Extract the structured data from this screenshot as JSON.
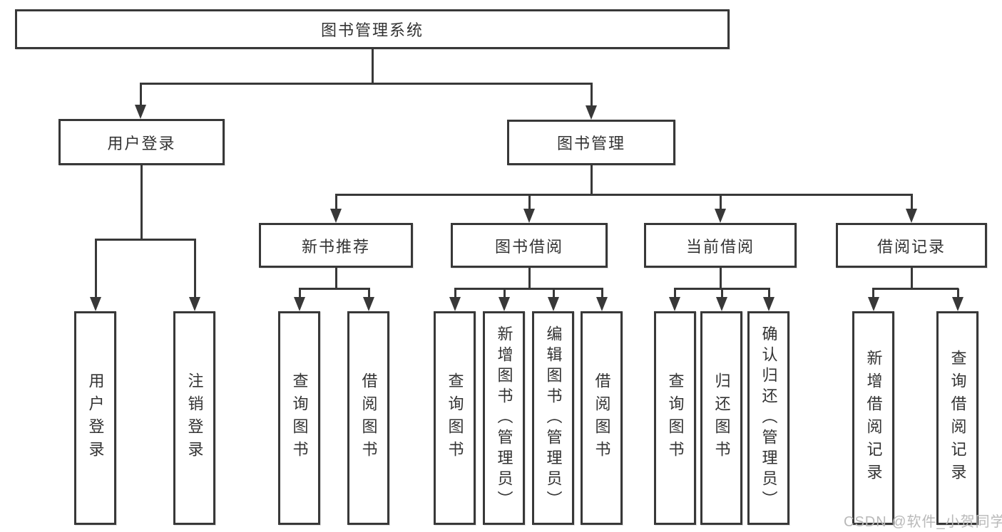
{
  "tree": {
    "label": "图书管理系统",
    "children": [
      {
        "label": "用户登录",
        "children": [
          {
            "label": "用户登录"
          },
          {
            "label": "注销登录"
          }
        ]
      },
      {
        "label": "图书管理",
        "children": [
          {
            "label": "新书推荐",
            "children": [
              {
                "label": "查询图书"
              },
              {
                "label": "借阅图书"
              }
            ]
          },
          {
            "label": "图书借阅",
            "children": [
              {
                "label": "查询图书"
              },
              {
                "label": "新增图书（管理员）"
              },
              {
                "label": "编辑图书（管理员）"
              },
              {
                "label": "借阅图书"
              }
            ]
          },
          {
            "label": "当前借阅",
            "children": [
              {
                "label": "查询图书"
              },
              {
                "label": "归还图书"
              },
              {
                "label": "确认归还（管理员）"
              }
            ]
          },
          {
            "label": "借阅记录",
            "children": [
              {
                "label": "新增借阅记录"
              },
              {
                "label": "查询借阅记录"
              }
            ]
          }
        ]
      }
    ]
  },
  "watermark": {
    "text": "CSDN @软件_小贺同学"
  },
  "colors": {
    "line": "#383838",
    "text": "#333333",
    "watermark": "#b9b9b9",
    "background": "#ffffff"
  }
}
